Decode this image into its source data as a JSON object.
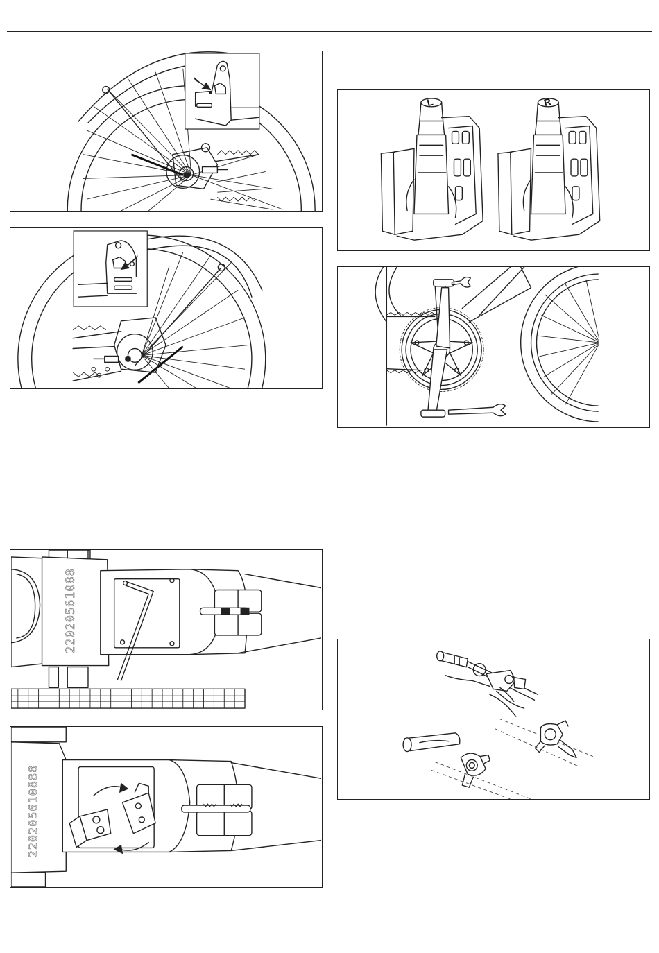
{
  "serial_1": "22020561088",
  "serial_2": "220205610888",
  "pedal_left": "L",
  "pedal_right": "R"
}
